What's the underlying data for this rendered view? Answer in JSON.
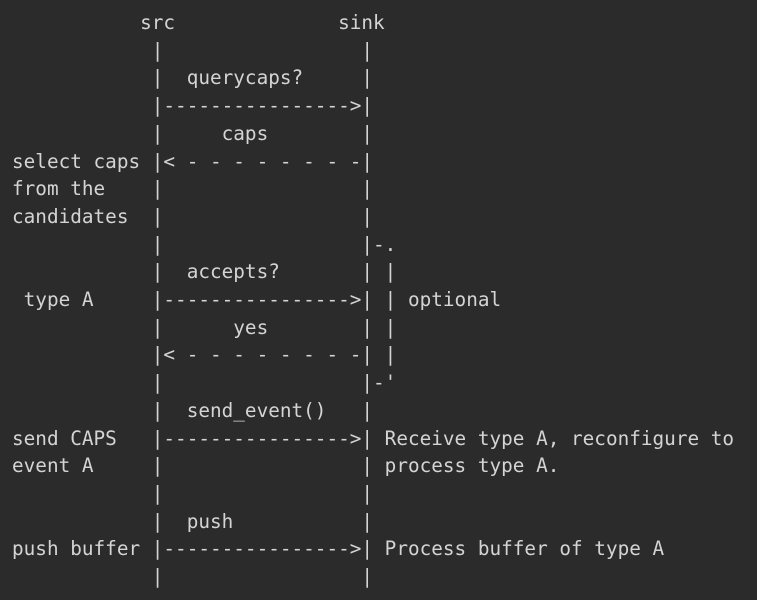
{
  "diagram": {
    "lines": [
      "           src              sink",
      "            |                 |",
      "            |  querycaps?     |",
      "            |---------------->|",
      "            |     caps        |",
      "select caps |< - - - - - - - -|",
      "from the    |                 |",
      "candidates  |                 |",
      "            |                 |-.",
      "            |  accepts?       | |",
      " type A     |---------------->| | optional",
      "            |      yes        | |",
      "            |< - - - - - - - -| |",
      "            |                 |-'",
      "            |  send_event()   |",
      "send CAPS   |---------------->| Receive type A, reconfigure to",
      "event A     |                 | process type A.",
      "            |                 |",
      "            |  push           |",
      "push buffer |---------------->| Process buffer of type A",
      "            |                 |"
    ]
  }
}
